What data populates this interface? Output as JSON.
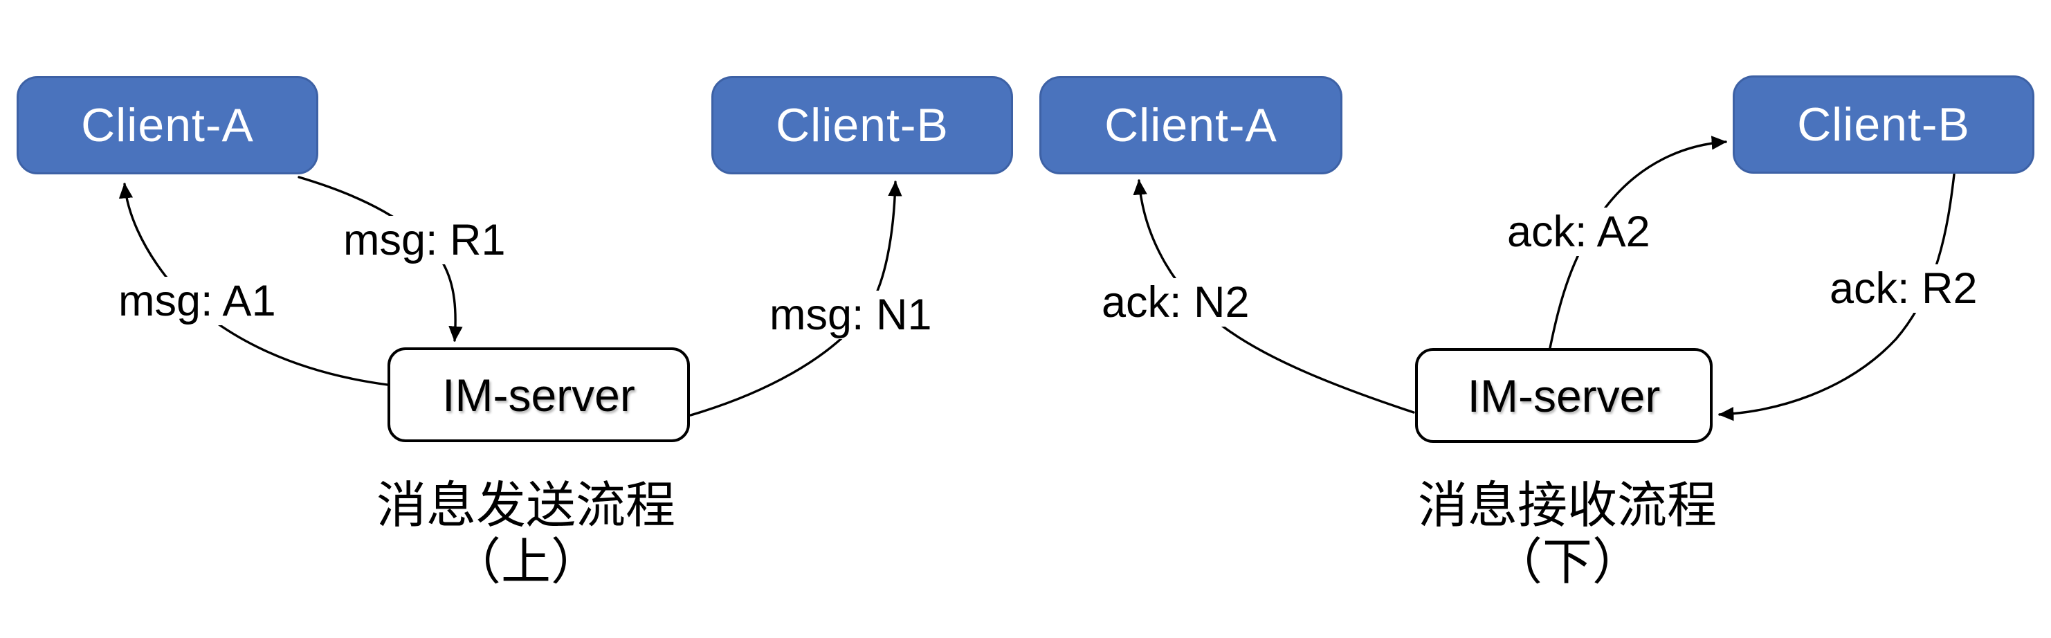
{
  "colors": {
    "node_fill": "#4A73BD",
    "node_border": "#3D61A5",
    "node_text": "#ffffff",
    "server_fill": "#ffffff",
    "line": "#000000",
    "text": "#000000"
  },
  "diagrams": [
    {
      "name": "message-send-flow",
      "nodes": {
        "client_a": "Client-A",
        "client_b": "Client-B",
        "server": "IM-server"
      },
      "labels": {
        "a1": "msg: A1",
        "r1": "msg: R1",
        "n1": "msg: N1"
      },
      "caption_line1": "消息发送流程",
      "caption_line2": "（上）"
    },
    {
      "name": "message-receive-flow",
      "nodes": {
        "client_a": "Client-A",
        "client_b": "Client-B",
        "server": "IM-server"
      },
      "labels": {
        "n2": "ack: N2",
        "a2": "ack: A2",
        "r2": "ack: R2"
      },
      "caption_line1": "消息接收流程",
      "caption_line2": "（下）"
    }
  ]
}
